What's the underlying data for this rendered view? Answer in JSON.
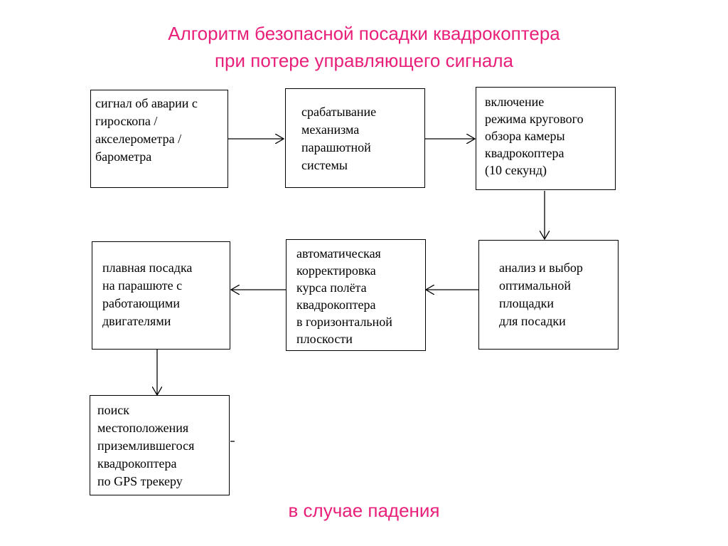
{
  "title": {
    "line1": "Алгоритм безопасной посадки квадрокоптера",
    "line2": "при потере управляющего сигнала"
  },
  "boxes": [
    {
      "id": "signal",
      "lines": [
        "сигнал об аварии с",
        "гироскопа /",
        "акселерометра /",
        "барометра"
      ]
    },
    {
      "id": "parachute",
      "lines": [
        "срабатывание",
        "механизма",
        "парашютной",
        "системы"
      ]
    },
    {
      "id": "camera",
      "lines": [
        "включение",
        "режима кругового",
        "обзора камеры",
        "квадрокоптера",
        "(10 секунд)"
      ]
    },
    {
      "id": "analysis",
      "lines": [
        "анализ и выбор",
        "оптимальной",
        "площадки",
        "для посадки"
      ]
    },
    {
      "id": "correction",
      "lines": [
        "автоматическая",
        "корректировка",
        "курса полёта",
        "квадрокоптера",
        "в горизонтальной",
        "плоскости"
      ]
    },
    {
      "id": "landing",
      "lines": [
        "плавная посадка",
        "на парашюте с",
        "работающими",
        "двигателями"
      ]
    },
    {
      "id": "search",
      "lines": [
        "поиск",
        "местоположения",
        "приземлившегося",
        "квадрокоптера",
        "по GPS трекеру"
      ]
    }
  ],
  "footer": "в случае падения",
  "colors": {
    "accent": "#e8207a",
    "line": "#000000"
  }
}
